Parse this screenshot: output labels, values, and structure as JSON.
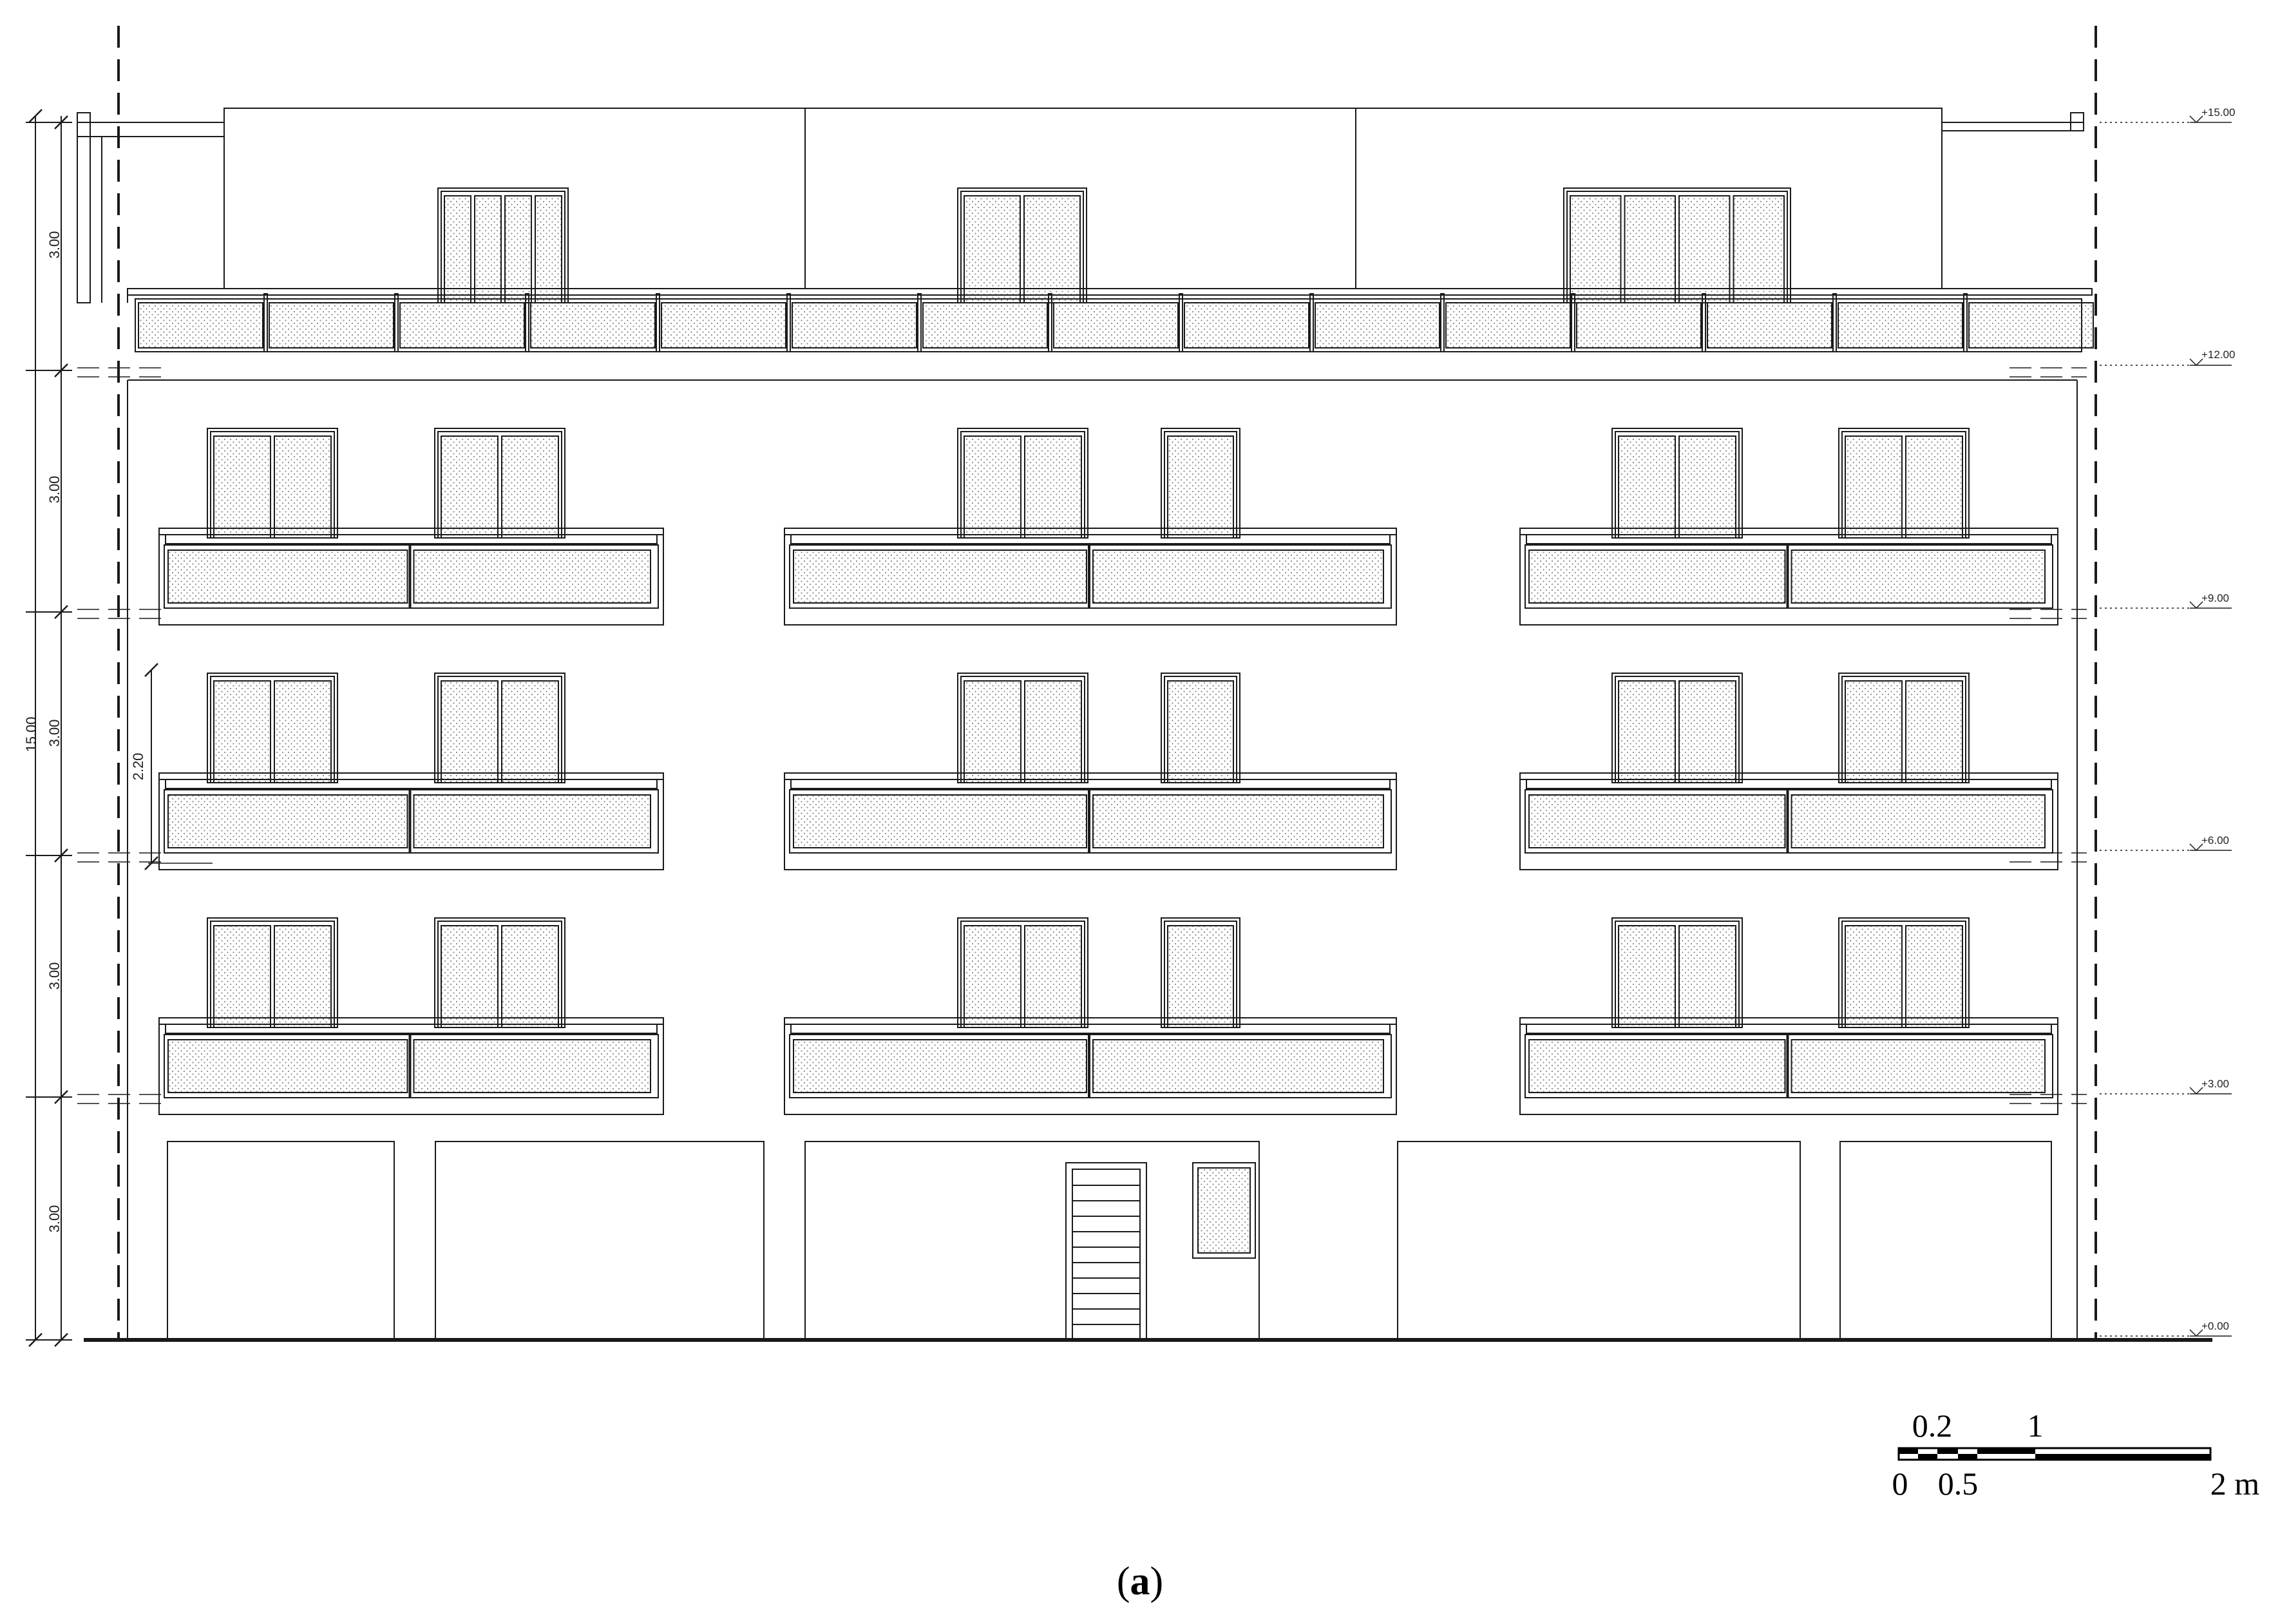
{
  "dimensions": {
    "total": "15.00",
    "floor_heights": [
      "3.00",
      "3.00",
      "3.00",
      "3.00",
      "3.00"
    ],
    "door_height": "2.20"
  },
  "levels": [
    "+15.00",
    "+12.00",
    "+9.00",
    "+6.00",
    "+3.00",
    "+0.00"
  ],
  "scale_bar": {
    "top_labels": [
      "0.2",
      "1"
    ],
    "bottom_labels": [
      "0",
      "0.5",
      "2 m"
    ]
  },
  "caption": {
    "open": "(",
    "letter": "a",
    "close": ")"
  },
  "colors": {
    "line": "#1a1a1a",
    "hatch": "#8a8a8a",
    "background": "#ffffff"
  }
}
